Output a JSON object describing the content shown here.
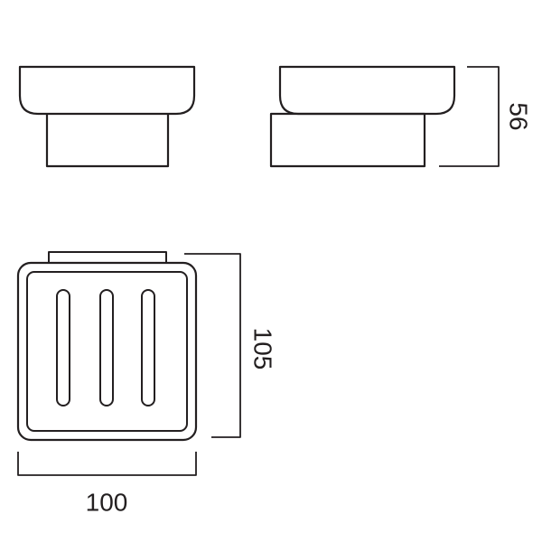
{
  "drawing": {
    "line_color": "#231f20",
    "dimensions": {
      "height": "56",
      "depth": "105",
      "width": "100"
    }
  }
}
